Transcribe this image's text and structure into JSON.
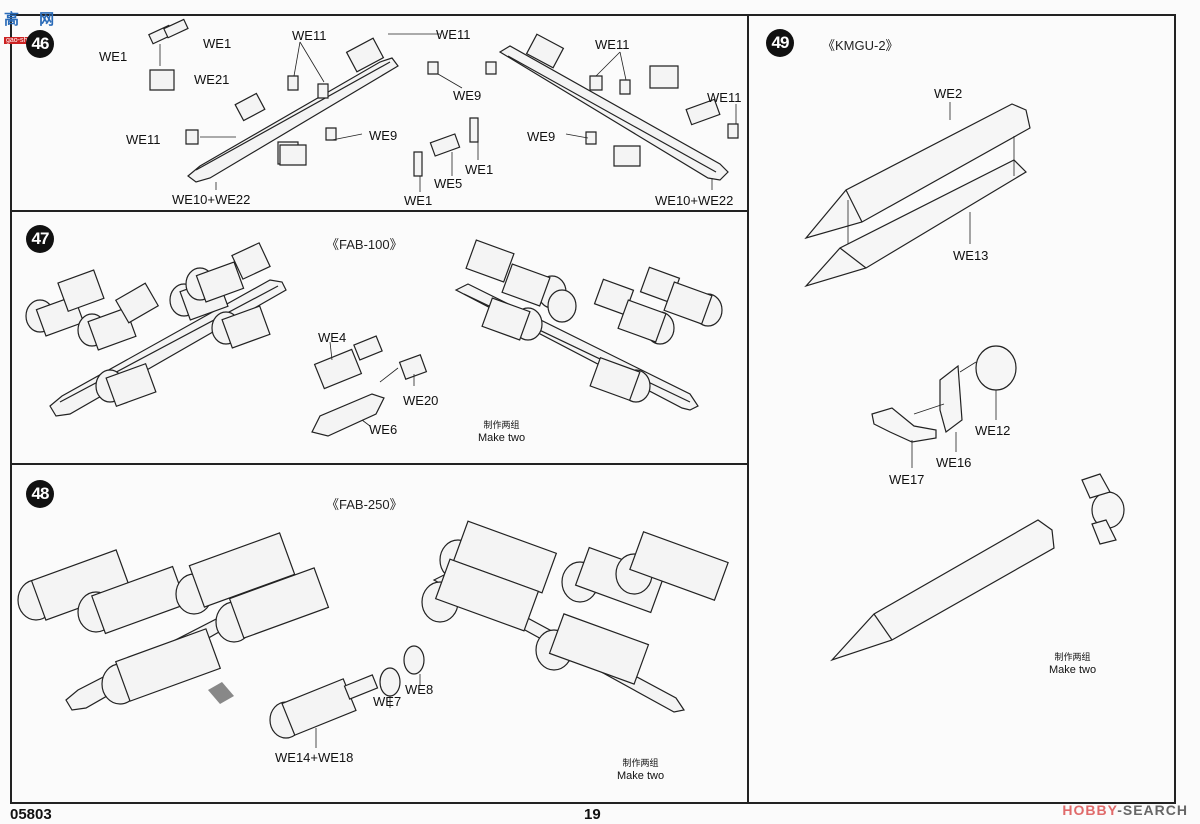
{
  "document": {
    "kit_number": "05803",
    "page_number": "19"
  },
  "watermarks": {
    "top_left_site": "高 网",
    "top_left_url": "gao-shou.com",
    "bottom_right_prefix": "HOBBY",
    "bottom_right_suffix": "SEARCH"
  },
  "steps": [
    {
      "number": "46",
      "title": "",
      "labels": [
        "WE1",
        "WE1",
        "WE21",
        "WE11",
        "WE10+WE22",
        "WE11",
        "WE11",
        "WE9",
        "WE9",
        "WE5",
        "WE1",
        "WE1",
        "WE11",
        "WE9",
        "WE11",
        "WE10+WE22"
      ]
    },
    {
      "number": "47",
      "title": "《FAB-100》",
      "labels": [
        "WE4",
        "WE20",
        "WE6"
      ],
      "note_cn": "制作两组",
      "note_en": "Make two"
    },
    {
      "number": "48",
      "title": "《FAB-250》",
      "labels": [
        "WE7",
        "WE8",
        "WE14+WE18"
      ],
      "note_cn": "制作两组",
      "note_en": "Make two"
    },
    {
      "number": "49",
      "title": "《KMGU-2》",
      "labels": [
        "WE2",
        "WE13",
        "WE12",
        "WE16",
        "WE17"
      ],
      "note_cn": "制作两组",
      "note_en": "Make two"
    }
  ]
}
